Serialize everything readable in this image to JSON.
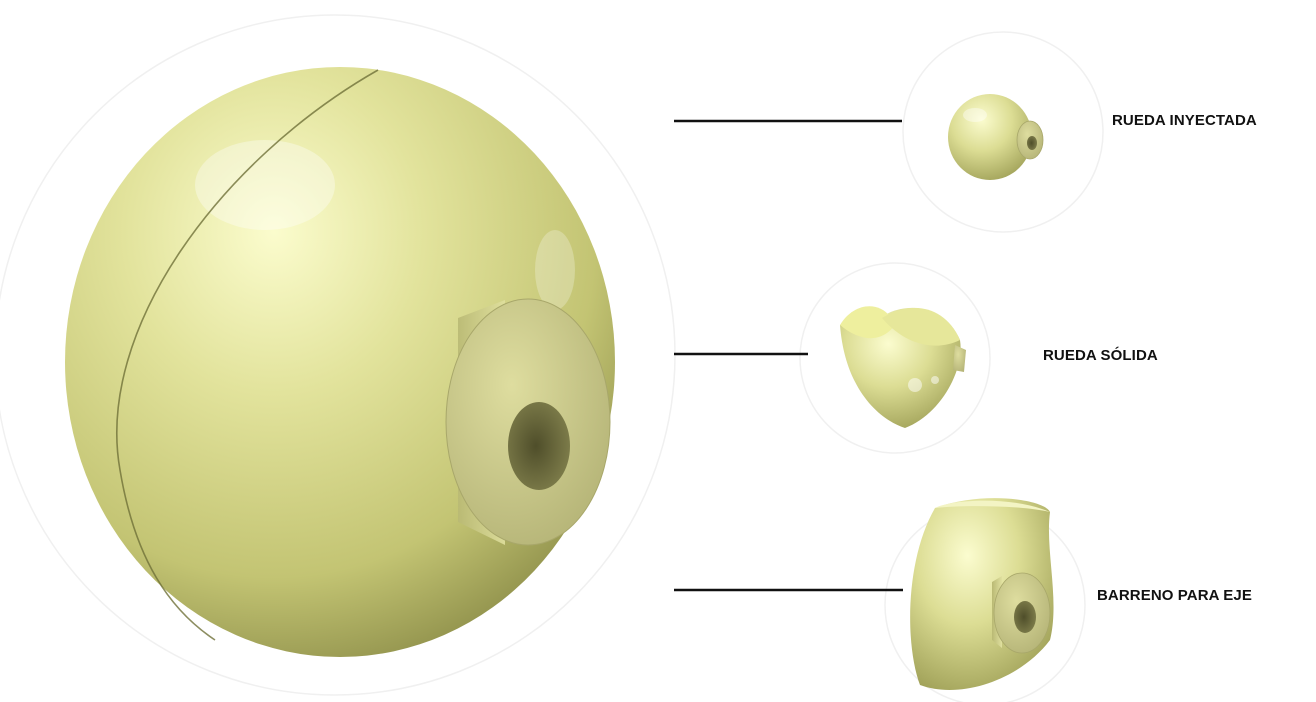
{
  "colors": {
    "background": "#ffffff",
    "material": "#d8d98f",
    "material_shadow": "#9e9f55",
    "hub_face": "#c9c88c",
    "hole": "#6b6a3c",
    "leader_line": "#111111",
    "label_text": "#111111",
    "halo": "#f1f1f1"
  },
  "diagram": {
    "main_part": {
      "subject": "spherical-wheel-with-axle-hub"
    },
    "callouts": [
      {
        "label": "RUEDA INYECTADA",
        "subject": "full-wheel-thumbnail"
      },
      {
        "label": "RUEDA SÓLIDA",
        "subject": "wheel-section-cut-thumbnail"
      },
      {
        "label": "BARRENO PARA EJE",
        "subject": "axle-bore-thumbnail"
      }
    ]
  }
}
